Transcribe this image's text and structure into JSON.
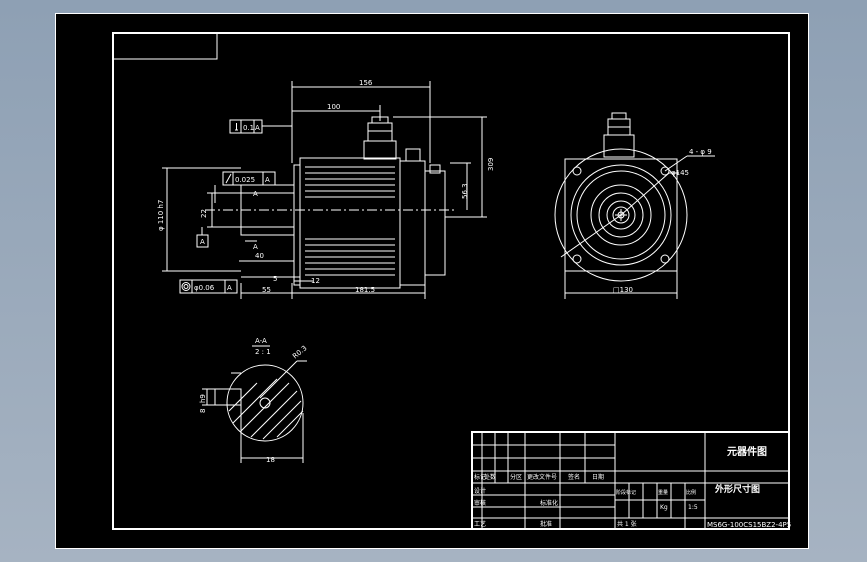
{
  "dims": {
    "d_156": "156",
    "d_100": "100",
    "d_309": "309",
    "d_563": "56.3",
    "d_5": "5",
    "d_12": "12",
    "d_55": "55",
    "d_1815": "181.5",
    "d_40": "40",
    "d_shaft_dia": "φ 110 h7",
    "d_22": "22",
    "d_130": "□130",
    "d_4hole": "4 - φ 9",
    "d_145": "φ145",
    "section_title": "A-A",
    "section_scale": "2 : 1",
    "section_d8": "8",
    "section_h": "h9",
    "section_18": "18",
    "section_r": "R0.3"
  },
  "tolerances": {
    "perp_value": "0.1",
    "perp_ref": "A",
    "runout_value": "0.025",
    "runout_ref": "A",
    "coax_value": "φ0.06",
    "coax_ref": "A",
    "datum": "A",
    "section_a1": "A",
    "section_a2": "A"
  },
  "title_block": {
    "company": "元器件图",
    "drawing_name": "外形尺寸图",
    "part_no": "MS6G-100CS15BZ2-4P5",
    "scale": "1:5",
    "sheet": "共 1 张",
    "weight_label": "Kg",
    "row_labels": [
      "标记",
      "设计",
      "审核",
      "工艺"
    ],
    "col_labels": [
      "处数",
      "分区",
      "更改文件号",
      "签名",
      "日期"
    ],
    "stage_labels": [
      "阶段标记",
      "重量",
      "比例"
    ],
    "extra": [
      "标准化",
      "批准"
    ]
  }
}
